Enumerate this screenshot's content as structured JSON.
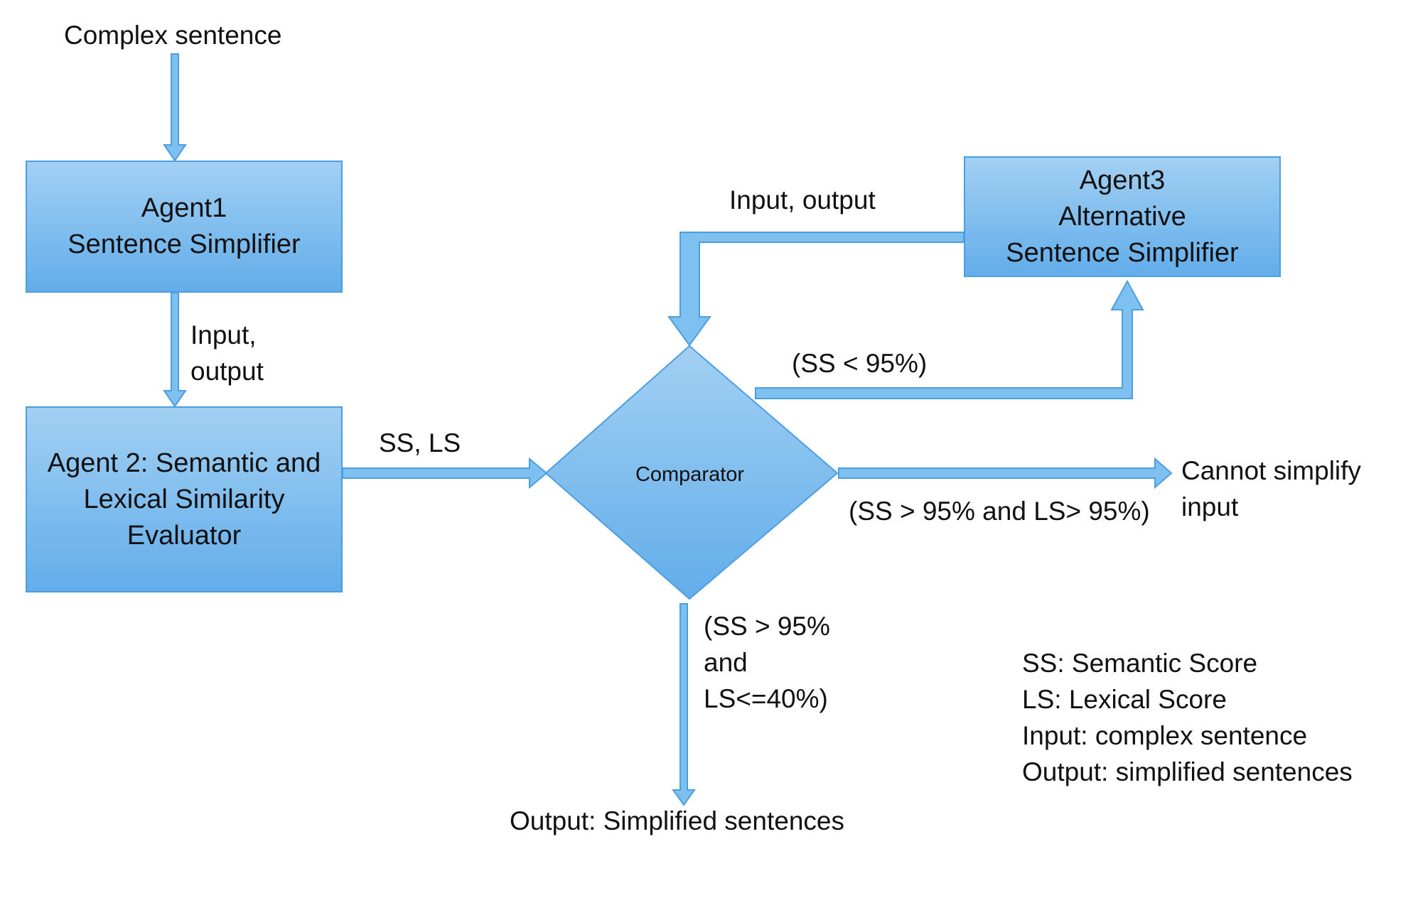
{
  "colors": {
    "fill_light": "#a2d0f3",
    "fill_dark": "#62adea",
    "stroke": "#4c9ee0",
    "arrow": "#7ec0ef"
  },
  "input_label": "Complex sentence",
  "agent1": {
    "line1": "Agent1",
    "line2": "Sentence Simplifier"
  },
  "agent1_to_agent2_label": {
    "line1": "Input,",
    "line2": "output"
  },
  "agent2": {
    "line1": "Agent 2: Semantic and",
    "line2": "Lexical Similarity",
    "line3": "Evaluator"
  },
  "agent2_to_comparator_label": "SS, LS",
  "comparator": {
    "label": "Comparator"
  },
  "agent3": {
    "line1": "Agent3",
    "line2": "Alternative",
    "line3": "Sentence Simplifier"
  },
  "agent3_to_comparator_label": "Input, output",
  "comparator_to_agent3_label": "(SS < 95%)",
  "comparator_right_label": "(SS > 95% and LS> 95%)",
  "cannot_simplify": {
    "line1": "Cannot simplify",
    "line2": "input"
  },
  "comparator_down_label": {
    "line1": "(SS > 95%",
    "line2": "and",
    "line3": "LS<=40%)"
  },
  "final_output": "Output: Simplified sentences",
  "legend": [
    "SS: Semantic Score",
    "LS: Lexical Score",
    "Input: complex sentence",
    "Output: simplified sentences"
  ]
}
